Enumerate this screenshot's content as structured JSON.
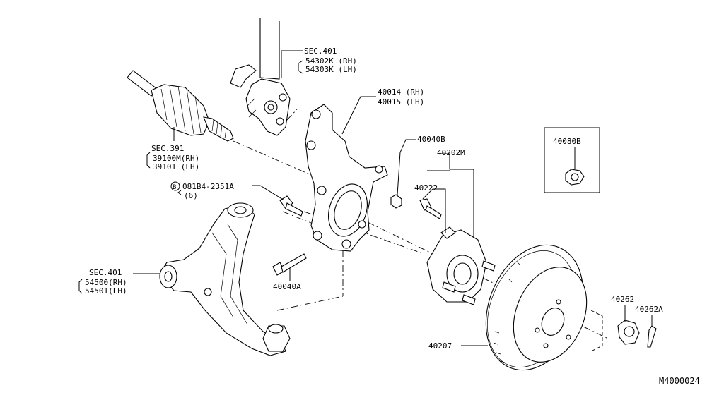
{
  "labels": {
    "strut_sec": "SEC.401",
    "strut_rh": "54302K (RH)",
    "strut_lh": "54303K (LH)",
    "knuckle_rh": "40014 (RH)",
    "knuckle_lh": "40015 (LH)",
    "shaft_sec": "SEC.391",
    "shaft_rh": "39100M(RH)",
    "shaft_lh": "39101  (LH)",
    "bolt_circle": "B",
    "bolt_code": "081B4-2351A",
    "bolt_qty": "(6)",
    "nut_40040b": "40040B",
    "hub_assy": "40202M",
    "hub_bolt": "40222",
    "box_part": "40080B",
    "arm_sec": "SEC.401",
    "arm_rh": "54500(RH)",
    "arm_lh": "54501(LH)",
    "bolt_40040a": "40040A",
    "rotor": "40207",
    "hub_nut": "40262",
    "cotter_pin": "40262A",
    "diagram_id": "M4000024"
  }
}
